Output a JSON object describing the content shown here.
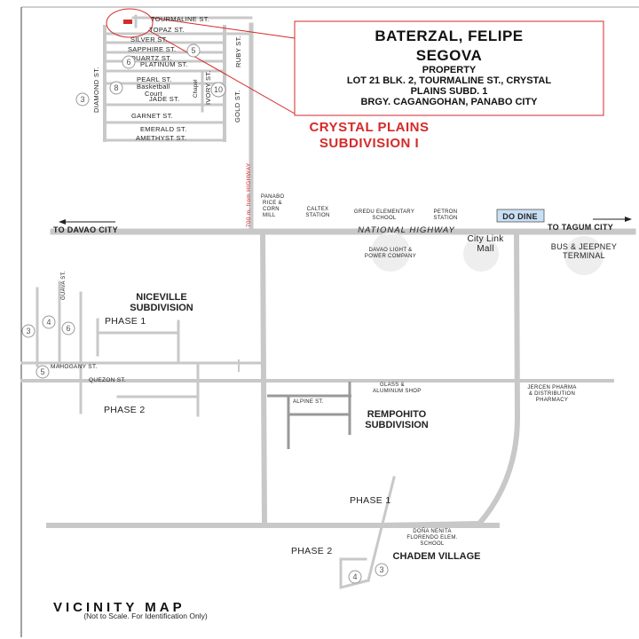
{
  "owner": {
    "name_line1": "BATERZAL, FELIPE",
    "name_line2": "SEGOVA",
    "property_label": "PROPERTY",
    "address_line1": "LOT 21 BLK. 2, TOURMALINE ST.,  CRYSTAL",
    "address_line2": "PLAINS SUBD. 1",
    "address_line3": "BRGY. CAGANGOHAN, PANABO CITY"
  },
  "subdivisions": {
    "crystal_line1": "CRYSTAL PLAINS",
    "crystal_line2": "SUBDIVISION I",
    "niceville_line1": "NICEVILLE",
    "niceville_line2": "SUBDIVISION",
    "rempohito_line1": "REMPOHITO",
    "rempohito_line2": "SUBDIVISION",
    "chadem": "CHADEM VILLAGE"
  },
  "streets": {
    "tourmaline": "TOURMALINE  ST.",
    "topaz": "TOPAZ  ST.",
    "silver": "SILVER  ST.",
    "sapphire": "SAPPHIRE  ST.",
    "quartz": "QUARTZ  ST.",
    "platinum": "PLATINUM  ST.",
    "pearl": "PEARL  ST.",
    "basketball_line1": "Basketball",
    "basketball_line2": "Court",
    "jade": "JADE  ST.",
    "garnet": "GARNET  ST.",
    "emerald": "EMERALD  ST.",
    "amethyst": "AMETHYST  ST.",
    "diamond": "DIAMOND  ST.",
    "ruby": "RUBY  ST.",
    "ivory": "IVORY  ST.",
    "gold": "GOLD  ST.",
    "chapel": "Chapel",
    "guava": "GUAVA  ST.",
    "mahogany": "MAHOGANY  ST.",
    "quezon": "QUEZON  ST.",
    "alpine": "ALPINE  ST.",
    "national_highway": "NATIONAL HIGHWAY",
    "to_davao": "TO DAVAO CITY",
    "to_tagum": "TO TAGUM CITY",
    "distance_note": "700 m. from HIGHWAY"
  },
  "landmarks": {
    "rice_mill_l1": "PANABO",
    "rice_mill_l2": "RICE &",
    "rice_mill_l3": "CORN",
    "rice_mill_l4": "MILL",
    "caltex_l1": "CALTEX",
    "caltex_l2": "STATION",
    "gredu_l1": "GREDU ELEMENTARY",
    "gredu_l2": "SCHOOL",
    "petron_l1": "PETRON",
    "petron_l2": "STATION",
    "do_dine": "DO DINE",
    "davao_light_l1": "DAVAO LIGHT &",
    "davao_light_l2": "POWER COMPANY",
    "city_link_l1": "City Link",
    "city_link_l2": "Mall",
    "bus_l1": "BUS & JEEPNEY",
    "bus_l2": "TERMINAL",
    "glass_l1": "GLASS &",
    "glass_l2": "ALUMINUM SHOP",
    "jercen_l1": "JERCEN PHARMA",
    "jercen_l2": "& DISTRIBUTION",
    "jercen_l3": "PHARMACY",
    "donya_l1": "DOÑA NENITA",
    "donya_l2": "FLORENDO ELEM.",
    "donya_l3": "SCHOOL"
  },
  "phases": {
    "niceville_p1": "PHASE 1",
    "niceville_p2": "PHASE 2",
    "chadem_p1": "PHASE 1",
    "chadem_p2": "PHASE 2"
  },
  "block_numbers": {
    "crystal_5": "5",
    "crystal_6": "6",
    "crystal_8": "8",
    "crystal_3": "3",
    "crystal_10": "10",
    "nice_4": "4",
    "nice_6": "6",
    "nice_3": "3",
    "nice_5": "5",
    "chadem_4": "4",
    "chadem_3": "3"
  },
  "footer": {
    "title": "VICINITY  MAP",
    "note": "(Not to Scale. For Identification Only)"
  },
  "colors": {
    "accent_red": "#d42a2a",
    "road_gray": "#c8c8c8",
    "do_dine_fill": "#c8dff5"
  }
}
